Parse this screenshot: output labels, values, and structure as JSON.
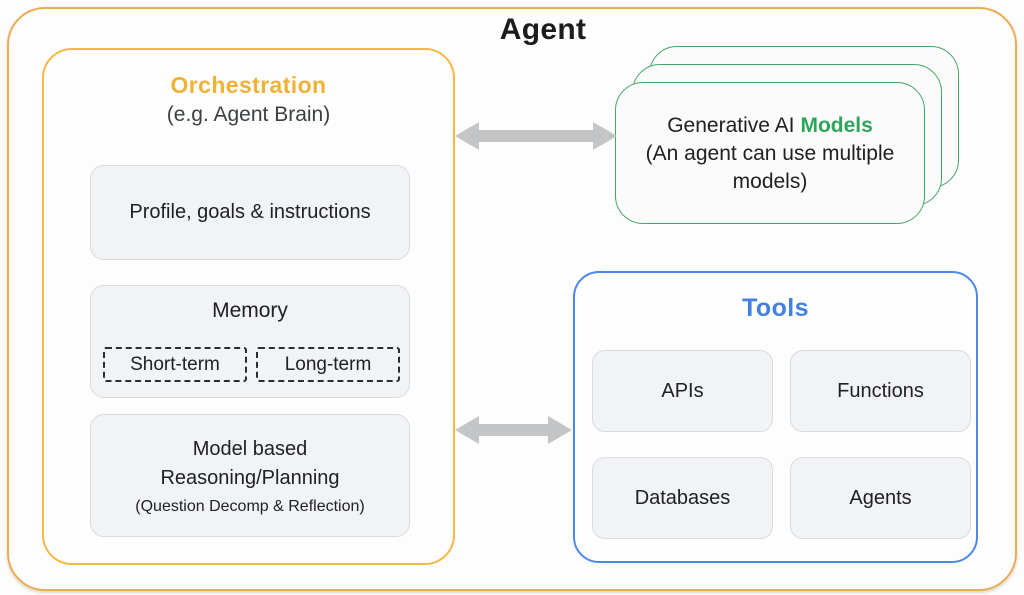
{
  "title": "Agent",
  "orchestration": {
    "heading": "Orchestration",
    "subheading": "(e.g. Agent Brain)",
    "profile_label": "Profile, goals & instructions",
    "memory": {
      "label": "Memory",
      "short_term": "Short-term",
      "long_term": "Long-term"
    },
    "reasoning": {
      "line1": "Model based",
      "line2": "Reasoning/Planning",
      "line3": "(Question Decomp & Reflection)"
    }
  },
  "models": {
    "heading_prefix": "Generative AI",
    "heading_highlight": "Models",
    "subtext": "(An agent can use multiple models)"
  },
  "tools": {
    "heading": "Tools",
    "items": [
      "APIs",
      "Functions",
      "Databases",
      "Agents"
    ]
  },
  "colors": {
    "frame_orange": "#EBAC57",
    "orch_border": "#F3BA45",
    "orch_heading": "#F0B236",
    "green_border": "#44A566",
    "green_text": "#2FA45B",
    "blue_border": "#4C88E8",
    "blue_text": "#4480E0",
    "arrow_gray": "#C3C5C7"
  }
}
